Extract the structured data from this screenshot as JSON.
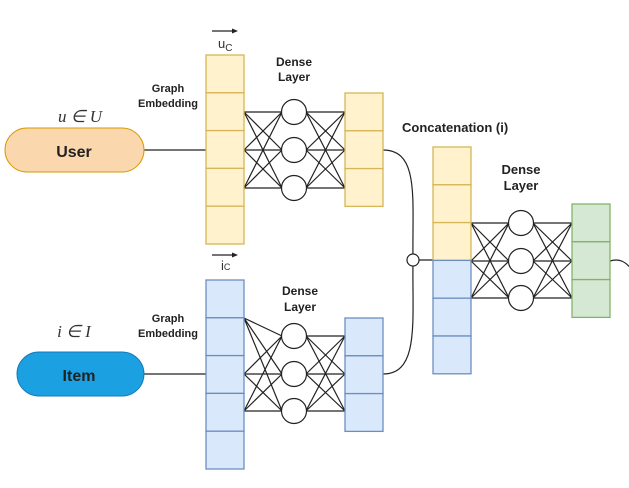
{
  "user": {
    "label": "User",
    "set_label": "u ∈ U",
    "fill": "#FAD7AC",
    "stroke": "#D79B00"
  },
  "item": {
    "label": "Item",
    "set_label": "i ∈ I",
    "fill": "#1BA1E2",
    "stroke": "#1578B8"
  },
  "user_embedding": {
    "vector_label": "u",
    "vector_subscript": "C",
    "caption_line1": "Graph",
    "caption_line2": "Embedding"
  },
  "item_embedding": {
    "vector_label": "i",
    "vector_subscript": "C",
    "caption_line1": "Graph",
    "caption_line2": "Embedding"
  },
  "dense_user": {
    "line1": "Dense",
    "line2": "Layer"
  },
  "dense_item": {
    "line1": "Dense",
    "line2": "Layer"
  },
  "dense_final": {
    "line1": "Dense",
    "line2": "Layer"
  },
  "concatenation": {
    "label": "Concatenation (i)"
  },
  "colors": {
    "yellow_fill": "#FFF2CC",
    "yellow_stroke": "#D6B656",
    "blue_fill": "#DAE8FC",
    "blue_stroke": "#6C8EBF",
    "green_fill": "#D5E8D4",
    "green_stroke": "#82B366"
  }
}
